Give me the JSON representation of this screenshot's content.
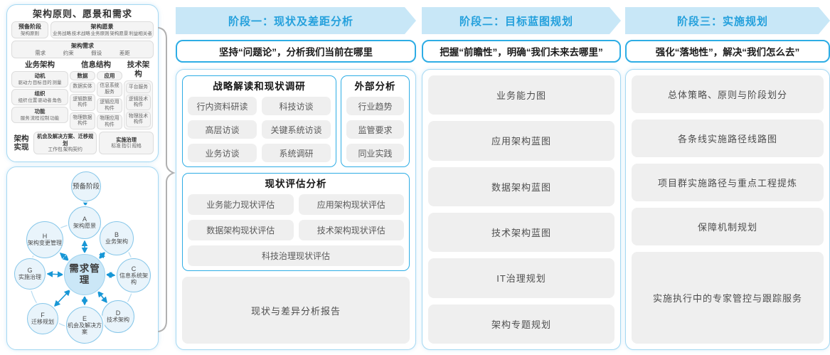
{
  "principles_panel": {
    "title": "架构原则、愿景和需求",
    "prep": {
      "line1": "预备阶段",
      "line2": "架构原则"
    },
    "vision": {
      "title": "架构愿景",
      "items": "业务战略 技术战略 业务原则 架构愿景 利益相关者"
    },
    "requirements": {
      "title": "架构需求",
      "items": [
        "需求",
        "约束",
        "假设",
        "差距"
      ]
    },
    "business": {
      "title": "业务架构",
      "blocks": [
        {
          "title": "动机",
          "items": "驱动力 目标 目的 测量"
        },
        {
          "title": "组织",
          "items": "组织 位置 驱动者 角色"
        },
        {
          "title": "功能",
          "items": "服务 流程 控制 功能"
        }
      ]
    },
    "information": {
      "title": "信息结构",
      "data": {
        "title": "数据",
        "items": [
          "数据实体",
          "逻辑数据构件",
          "物理数据构件"
        ]
      },
      "application": {
        "title": "应用",
        "items": [
          "信息系统服务",
          "逻辑应用构件",
          "物理应用构件"
        ]
      }
    },
    "technology": {
      "title": "技术架构",
      "items": [
        "平台服务",
        "逻辑技术构件",
        "物理技术构件"
      ]
    },
    "implementation": {
      "label": "架构实现",
      "migration": {
        "title": "机会及解决方案、迁移规划",
        "items": "工作包  架构契约"
      },
      "governance": {
        "title": "实施治理",
        "items": "标准  指引  规格"
      }
    }
  },
  "adm_cycle": {
    "prep": "预备阶段",
    "center": "需求管理",
    "nodes": [
      {
        "id": "A",
        "label": "架构愿景"
      },
      {
        "id": "B",
        "label": "业务架构"
      },
      {
        "id": "C",
        "label": "信息系统架构"
      },
      {
        "id": "D",
        "label": "技术架构"
      },
      {
        "id": "E",
        "label": "机会及解决方案"
      },
      {
        "id": "F",
        "label": "迁移规划"
      },
      {
        "id": "G",
        "label": "实施治理"
      },
      {
        "id": "H",
        "label": "架构变更管理"
      }
    ]
  },
  "phases": [
    {
      "header": "阶段一：现状及差距分析",
      "subtitle": "坚持“问题论”，分析我们当前在哪里",
      "research_group": {
        "title": "战略解读和现状调研",
        "items": [
          "行内资料研读",
          "科技访谈",
          "高层访谈",
          "关键系统访谈",
          "业务访谈",
          "系统调研"
        ]
      },
      "external_group": {
        "title": "外部分析",
        "items": [
          "行业趋势",
          "监管要求",
          "同业实践"
        ]
      },
      "assessment_group": {
        "title": "现状评估分析",
        "items": [
          "业务能力现状评估",
          "应用架构现状评估",
          "数据架构现状评估",
          "技术架构现状评估",
          "科技治理现状评估"
        ]
      },
      "report": "现状与差异分析报告"
    },
    {
      "header": "阶段二：目标蓝图规划",
      "subtitle": "把握“前瞻性”，明确“我们未来去哪里”",
      "items": [
        "业务能力图",
        "应用架构蓝图",
        "数据架构蓝图",
        "技术架构蓝图",
        "IT治理规划",
        "架构专题规划"
      ]
    },
    {
      "header": "阶段三：实施规划",
      "subtitle": "强化“落地性”，解决“我们怎么去”",
      "items": [
        "总体策略、原则与阶段划分",
        "各条线实施路径线路图",
        "项目群实施路径与重点工程提炼",
        "保障机制规划",
        "实施执行中的专家管控与跟踪服务"
      ]
    }
  ],
  "colors": {
    "band_bg": "#c8e7f7",
    "band_text": "#24a0dc",
    "accent_border": "#2eade5",
    "panel_border": "#a5d8f2",
    "pill_bg": "#efefef",
    "arrow": "#1897d6",
    "brace": "#b0b0b0"
  }
}
